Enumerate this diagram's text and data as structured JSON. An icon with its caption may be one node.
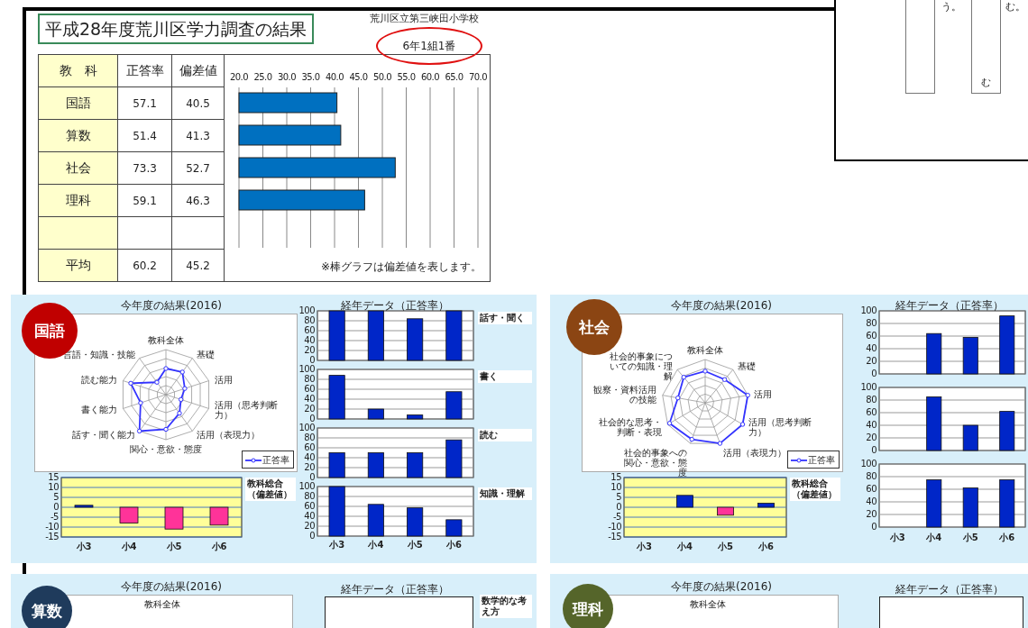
{
  "diagram": {
    "nodes": [
      {
        "text": [
          "平成28年度荒川区学力調査の結果"
        ]
      },
      {
        "text": [
          "6年1組1番"
        ]
      },
      {
        "text": [
          "国語"
        ]
      },
      {
        "text": [
          "社会"
        ]
      },
      {
        "text": [
          "算数"
        ]
      },
      {
        "text": [
          "理科"
        ]
      },
      {
        "text": [],
        "shape": "box"
      },
      {
        "text": [],
        "shape": "box",
        "in": 6
      },
      {
        "text": [
          "む"
        ],
        "in": 6
      }
    ],
    "labels": [
      "荒川区立第三峡田小学校",
      "教　科",
      "正答率",
      "偏差値",
      "国語",
      "57.1",
      "40.5",
      "算数",
      "51.4",
      "41.3",
      "社会",
      "73.3",
      "52.7",
      "理科",
      "59.1",
      "46.3",
      "平均",
      "60.2",
      "45.2",
      "※棒グラフは偏差値を表します。",
      "今年度の結果(2016)",
      "教科全体",
      "基礎",
      "活用",
      "活用（思考判断力）",
      "活用（表現力）",
      "関心・意欲・態度",
      "話す・聞く能力",
      "書く能力",
      "読む能力",
      "言語・知識・技能",
      "経年データ（正答率）",
      "話す・聞く",
      "書く",
      "読む",
      "知識・理解",
      "教科総合（偏差値）",
      "今年度の結果(2016)",
      "教科全体",
      "基礎",
      "活用",
      "活用（思考判断力）",
      "活用（表現力）",
      "社会的事象への関心・意欲・態度",
      "社会的な思考・判断・表現",
      "観察・資料活用の技能",
      "社会的事象についての知識・理解",
      "経年データ（正答率）",
      "教科総合（偏差値）",
      "今年度の結果(2016)",
      "経年データ（正答率）",
      "数学的な考え方",
      "教科全体",
      "今年度の結果(2016)",
      "経年データ（正答率）",
      "教科全体",
      "う。",
      "む。"
    ],
    "legend": [
      {
        "text": "正答率"
      },
      {
        "text": "正答率"
      }
    ],
    "chart_data": [
      {
        "type": "bar",
        "orientation": "horizontal",
        "grid": true,
        "xlim": [
          20,
          70
        ],
        "xticks": [
          {
            "value": 20,
            "label": "20.0"
          },
          {
            "value": 25,
            "label": "25.0"
          },
          {
            "value": 30,
            "label": "30.0"
          },
          {
            "value": 35,
            "label": "35.0"
          },
          {
            "value": 40,
            "label": "40.0"
          },
          {
            "value": 45,
            "label": "45.0"
          },
          {
            "value": 50,
            "label": "50.0"
          },
          {
            "value": 55,
            "label": "55.0"
          },
          {
            "value": 60,
            "label": "60.0"
          },
          {
            "value": 65,
            "label": "65.0"
          },
          {
            "value": 70,
            "label": "70.0"
          }
        ],
        "series": [
          {
            "color": "#0070c0",
            "values": [
              40.5,
              41.3,
              52.7,
              46.3
            ]
          }
        ]
      },
      {
        "type": "bar",
        "grid": true,
        "ylim": [
          0,
          100
        ],
        "yticks": [
          0,
          20,
          40,
          60,
          80,
          100
        ],
        "series": [
          {
            "color": "#0026c8",
            "values": [
              100,
              100,
              84,
              100
            ]
          }
        ]
      },
      {
        "type": "bar",
        "grid": true,
        "ylim": [
          0,
          100
        ],
        "yticks": [
          0,
          20,
          40,
          60,
          80,
          100
        ],
        "series": [
          {
            "color": "#0026c8",
            "values": [
              88,
              20,
              8,
              55
            ]
          }
        ]
      },
      {
        "type": "bar",
        "grid": true,
        "ylim": [
          0,
          100
        ],
        "yticks": [
          0,
          20,
          40,
          60,
          80,
          100
        ],
        "series": [
          {
            "color": "#0026c8",
            "values": [
              50,
              50,
              50,
              76
            ]
          }
        ]
      },
      {
        "type": "bar",
        "grid": true,
        "categories": [
          "小3",
          "小4",
          "小5",
          "小6"
        ],
        "ylim": [
          0,
          100
        ],
        "yticks": [
          0,
          20,
          40,
          60,
          80,
          100
        ],
        "series": [
          {
            "color": "#0026c8",
            "values": [
              100,
              64,
              57,
              33
            ]
          }
        ]
      },
      {
        "type": "bar",
        "grid": true,
        "categories": [
          "小3",
          "小4",
          "小5",
          "小6"
        ],
        "ylim": [
          -15,
          15
        ],
        "yticks": [
          -15,
          -10,
          -5,
          0,
          5,
          10,
          15
        ],
        "stacked": true,
        "series": [
          {
            "color": "#0026c8",
            "values": [
              1,
              null,
              null,
              null
            ]
          },
          {
            "color": "#ff3399",
            "values": [
              null,
              -8,
              -11,
              -9
            ]
          }
        ]
      },
      {
        "type": "bar",
        "grid": true,
        "ylim": [
          0,
          100
        ],
        "yticks": [
          0,
          20,
          40,
          60,
          80,
          100
        ],
        "series": [
          {
            "color": "#0026c8",
            "values": [
              null,
              64,
              58,
              92
            ]
          }
        ]
      },
      {
        "type": "bar",
        "grid": true,
        "ylim": [
          0,
          100
        ],
        "yticks": [
          0,
          20,
          40,
          60,
          80,
          100
        ],
        "series": [
          {
            "color": "#0026c8",
            "values": [
              null,
              85,
              40,
              62
            ]
          }
        ]
      },
      {
        "type": "bar",
        "grid": true,
        "categories": [
          "小3",
          "小4",
          "小5",
          "小6"
        ],
        "ylim": [
          0,
          100
        ],
        "yticks": [
          0,
          20,
          40,
          60,
          80,
          100
        ],
        "series": [
          {
            "color": "#0026c8",
            "values": [
              null,
              75,
              62,
              75
            ]
          }
        ]
      },
      {
        "type": "bar",
        "grid": true,
        "categories": [
          "小3",
          "小4",
          "小5",
          "小6"
        ],
        "ylim": [
          -15,
          15
        ],
        "yticks": [
          -15,
          -10,
          -5,
          0,
          5,
          10,
          15
        ],
        "stacked": true,
        "series": [
          {
            "color": "#0026c8",
            "values": [
              null,
              6,
              null,
              2
            ]
          },
          {
            "color": "#ff3399",
            "values": [
              null,
              null,
              -4,
              null
            ]
          }
        ]
      }
    ]
  }
}
